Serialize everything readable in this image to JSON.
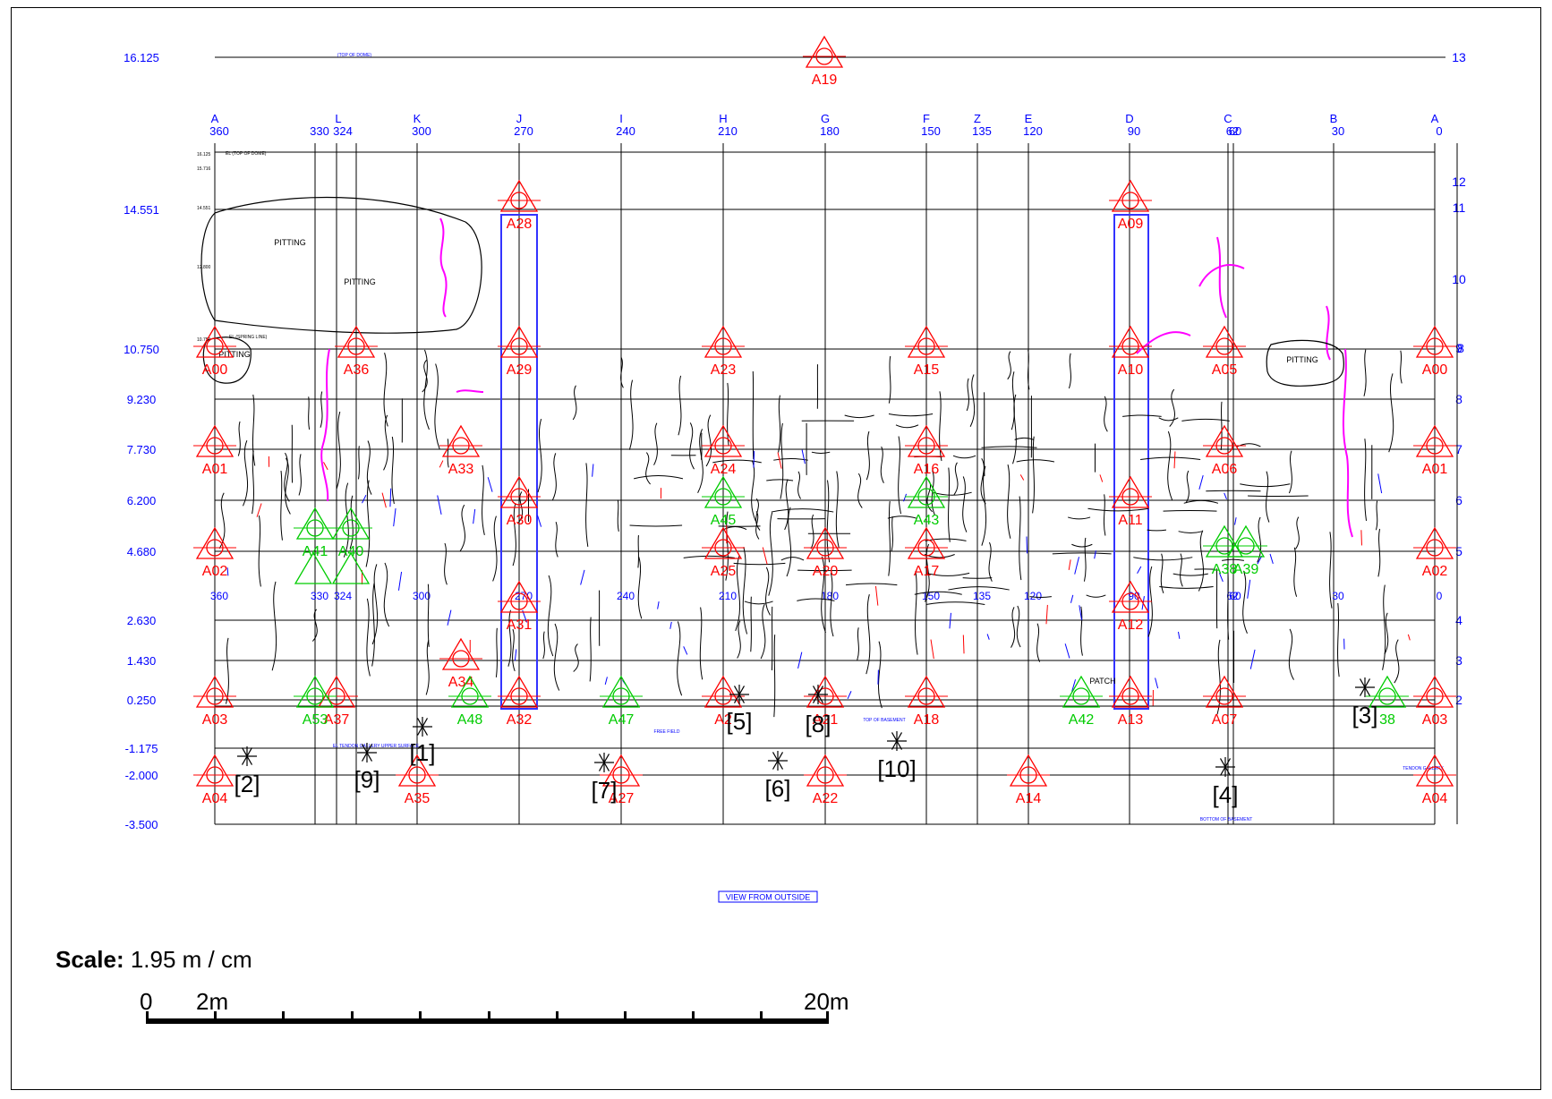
{
  "view_label": "VIEW FROM OUTSIDE",
  "scale": {
    "label": "Scale:",
    "value": "1.95 m / cm",
    "ticks": [
      "0",
      "2m",
      "20m"
    ]
  },
  "colors": {
    "axis": "#0000ff",
    "target": "#ff0000",
    "target_alt": "#00cc00",
    "crack": "#000000",
    "pillar": "#3333ff",
    "magenta": "#ff00ff"
  },
  "levels": [
    "16.125",
    "14.551",
    "10.750",
    "9.230",
    "7.730",
    "6.200",
    "4.680",
    "2.630",
    "1.430",
    "0.250",
    "-1.175",
    "-2.000",
    "-3.500"
  ],
  "right_rows": [
    "13",
    "12",
    "11",
    "10",
    "9",
    "8",
    "7",
    "6",
    "5",
    "4",
    "3",
    "2"
  ],
  "columns": [
    {
      "letter": "A",
      "deg": "360"
    },
    {
      "letter": "",
      "deg": "330"
    },
    {
      "letter": "L",
      "deg": "324"
    },
    {
      "letter": "K",
      "deg": "300"
    },
    {
      "letter": "J",
      "deg": "270"
    },
    {
      "letter": "I",
      "deg": "240"
    },
    {
      "letter": "H",
      "deg": "210"
    },
    {
      "letter": "G",
      "deg": "180"
    },
    {
      "letter": "F",
      "deg": "150"
    },
    {
      "letter": "Z",
      "deg": "135"
    },
    {
      "letter": "E",
      "deg": "120"
    },
    {
      "letter": "D",
      "deg": "90"
    },
    {
      "letter": "C",
      "deg": "62"
    },
    {
      "letter": "",
      "deg": "60"
    },
    {
      "letter": "B",
      "deg": "30"
    },
    {
      "letter": "A",
      "deg": "0"
    }
  ],
  "annotations": [
    "PITTING",
    "PITTING",
    "PITTING",
    "PITTING",
    "PATCH",
    "(TOP OF DOME)",
    "EL (TOP OF DOME)",
    "EL (SPRING LINE)",
    "TOP OF BASEMENT",
    "TENDON GALLERY",
    "BOTTOM OF BASEMENT",
    "EL  TENDON GALLERY UPPER SURFACE",
    "FREE FIELD"
  ],
  "small_elevs": [
    "16.125",
    "15.716",
    "14.551",
    "12.800",
    "10.750"
  ],
  "targets_red": [
    "A19",
    "A28",
    "A09",
    "A00",
    "A36",
    "A29",
    "A23",
    "A15",
    "A10",
    "A05",
    "A00",
    "A01",
    "A33",
    "A24",
    "A16",
    "A06",
    "A01",
    "A30",
    "A11",
    "A02",
    "A25",
    "A20",
    "A17",
    "A02",
    "A31",
    "A12",
    "A34",
    "A03",
    "A37",
    "A32",
    "A2",
    "A21",
    "A18",
    "A13",
    "A07",
    "A03",
    "A04",
    "A35",
    "A27",
    "A22",
    "A14",
    "A04"
  ],
  "targets_green": [
    "A45",
    "A43",
    "A40",
    "A41",
    "A38",
    "A39",
    "A53",
    "A48",
    "A47",
    "A42",
    "38"
  ],
  "markers": [
    "[1]",
    "[2]",
    "[3]",
    "[4]",
    "[5]",
    "[6]",
    "[7]",
    "[8]",
    "[9]",
    "[10]"
  ]
}
